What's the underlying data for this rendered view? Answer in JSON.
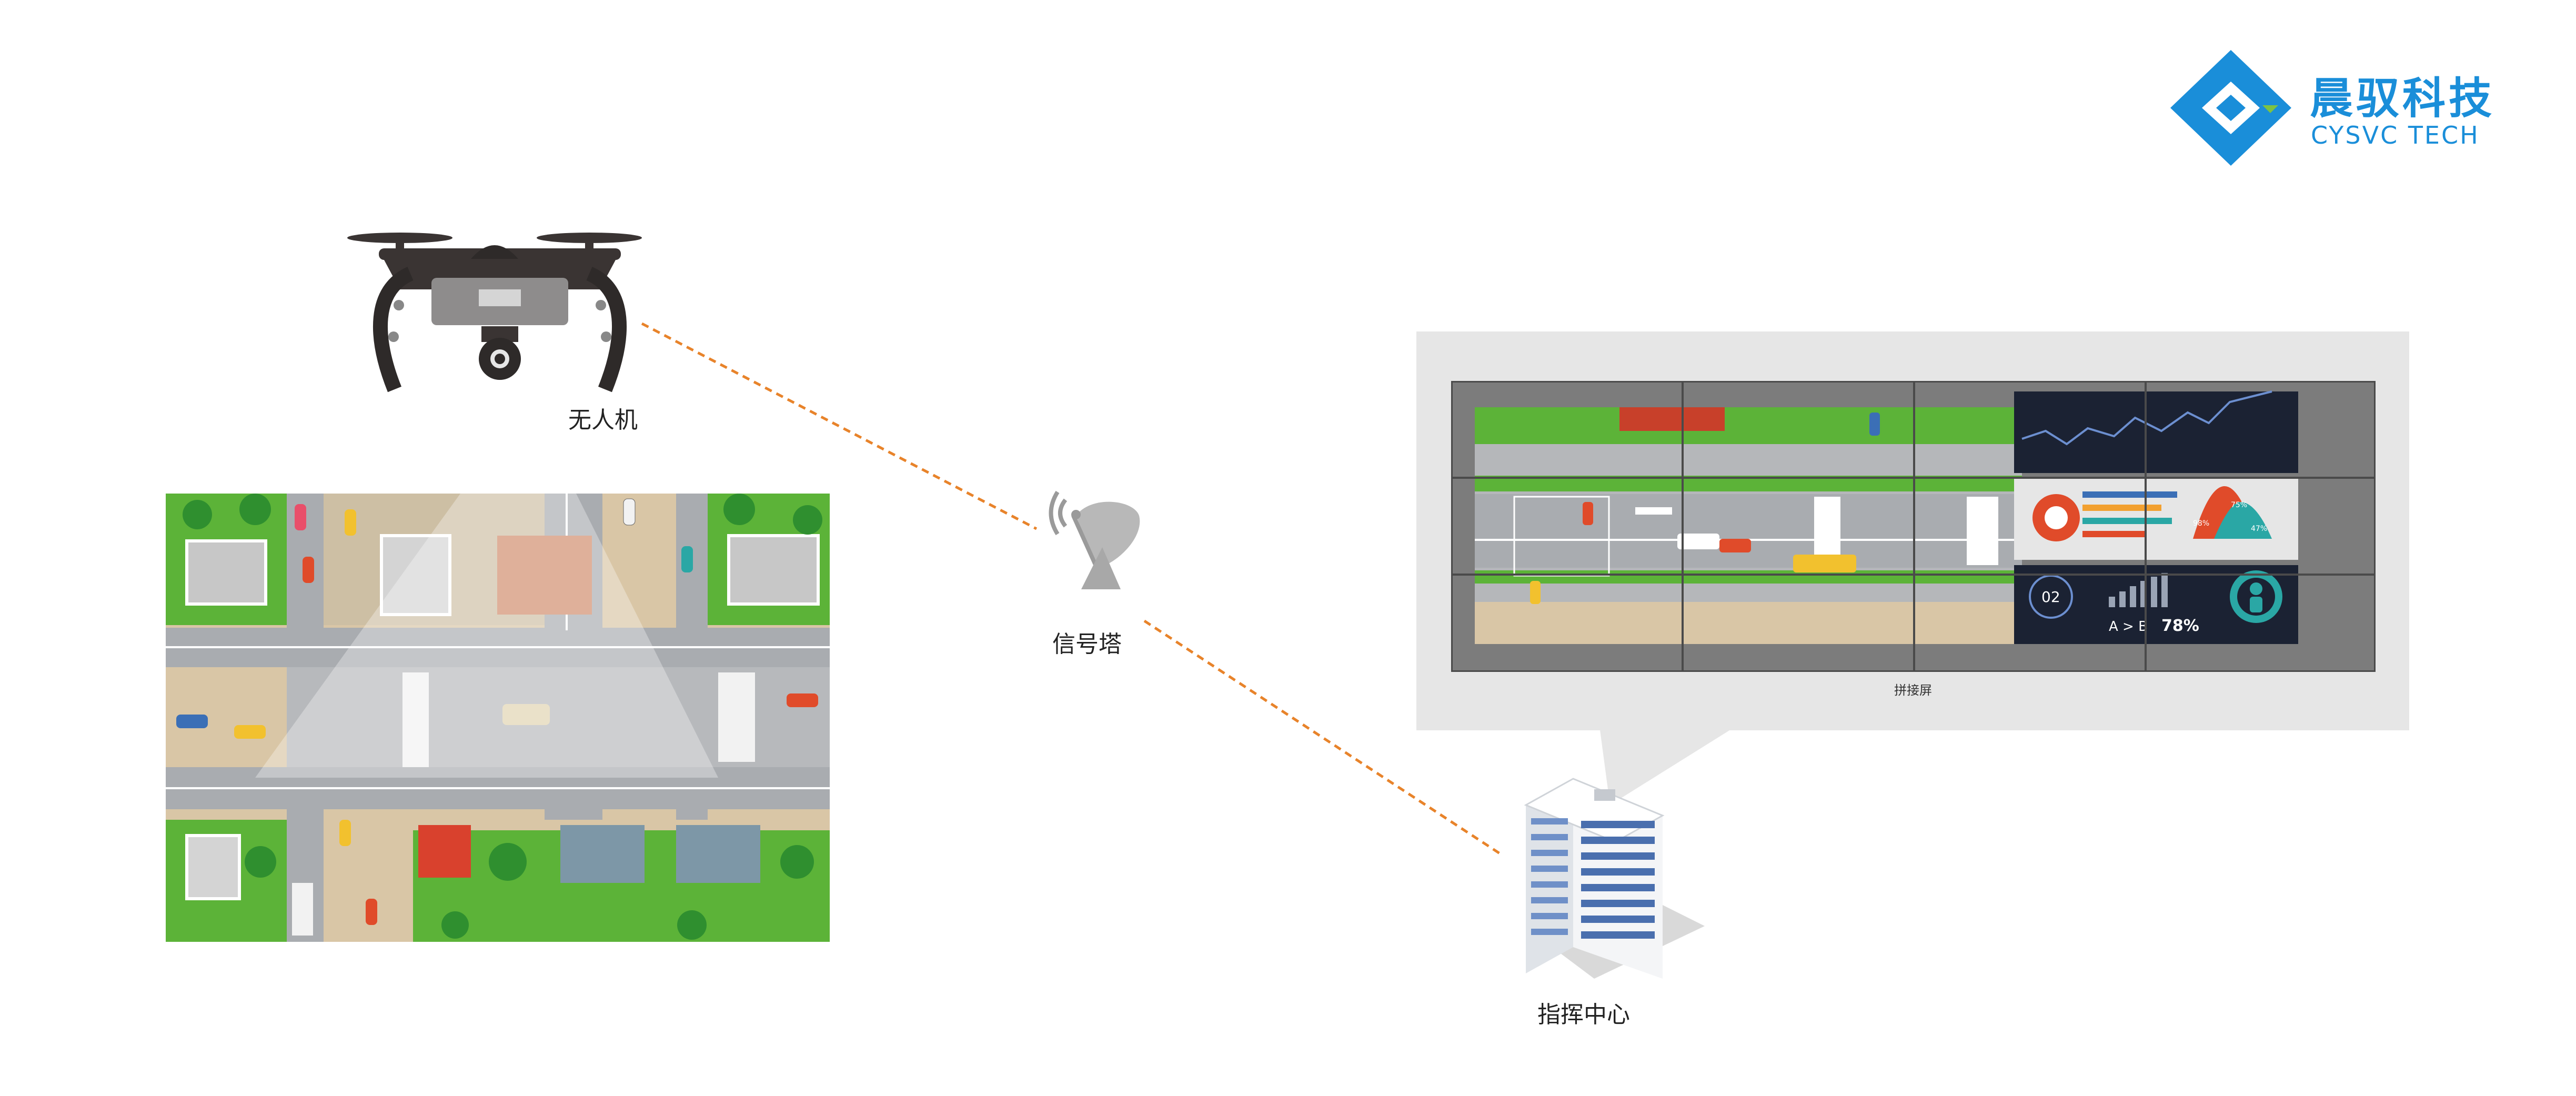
{
  "logo": {
    "cn": "晨驭科技",
    "en": "CYSVC TECH",
    "brand_color": "#1a8ed9"
  },
  "labels": {
    "drone": "无人机",
    "tower": "信号塔",
    "command": "指挥中心",
    "videowall": "拼接屏"
  },
  "dashboard": {
    "pct1": "75%",
    "pct2": "78",
    "pct3": "98%",
    "pct4": "47%",
    "ab_text": "A > B",
    "num_text": "78%",
    "counter": "02"
  },
  "colors": {
    "link_line": "#e8832a",
    "road": "#a9acb0",
    "grass": "#5cb338",
    "panel_bg": "#e6e6e6",
    "screen_dark": "#1b2233"
  },
  "icons": [
    "drone-icon",
    "signal-tower-icon",
    "building-icon",
    "logo-icon"
  ]
}
